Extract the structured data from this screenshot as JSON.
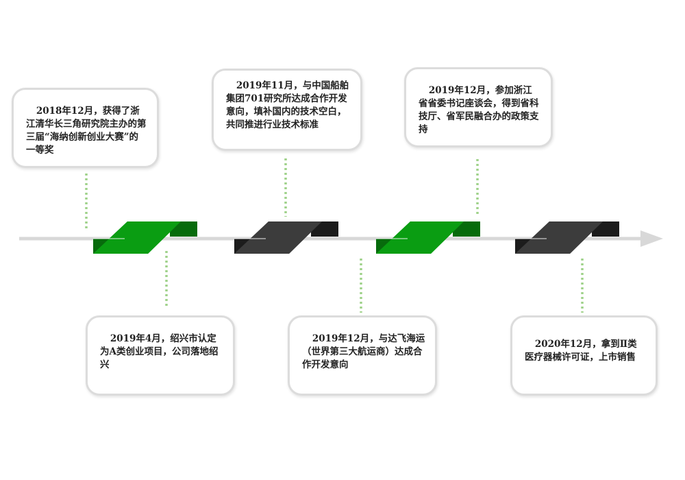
{
  "colors": {
    "green": "#0a9d12",
    "green_dark": "#076b0c",
    "dark": "#3c3c3c",
    "dark_end": "#1c1c1c",
    "connector": "#9fd28a",
    "axis": "#d8d8d8",
    "card_border": "#dcdcdc"
  },
  "timeline": {
    "arrow": "right",
    "events": [
      {
        "position": "top",
        "marker_color": "green",
        "text": "2018年12月，获得了浙江清华长三角研究院主办的第三届“海纳创新创业大赛”的一等奖"
      },
      {
        "position": "bottom",
        "marker_color": "green",
        "text": "2019年4月，绍兴市认定为A类创业项目，公司落地绍兴"
      },
      {
        "position": "top",
        "marker_color": "dark",
        "text": "2019年11月，与中国船舶集团701研究所达成合作开发意向，填补国内的技术空白，共同推进行业技术标准"
      },
      {
        "position": "bottom",
        "marker_color": "dark",
        "text": "2019年12月，与达飞海运（世界第三大航运商）达成合作开发意向"
      },
      {
        "position": "top",
        "marker_color": "green",
        "text": "2019年12月，参加浙江省省委书记座谈会，得到省科技厅、省军民融合办的政策支持"
      },
      {
        "position": "bottom",
        "marker_color": "dark",
        "text": "2020年12月，拿到Ⅱ类医疗器械许可证，上市销售"
      }
    ]
  }
}
